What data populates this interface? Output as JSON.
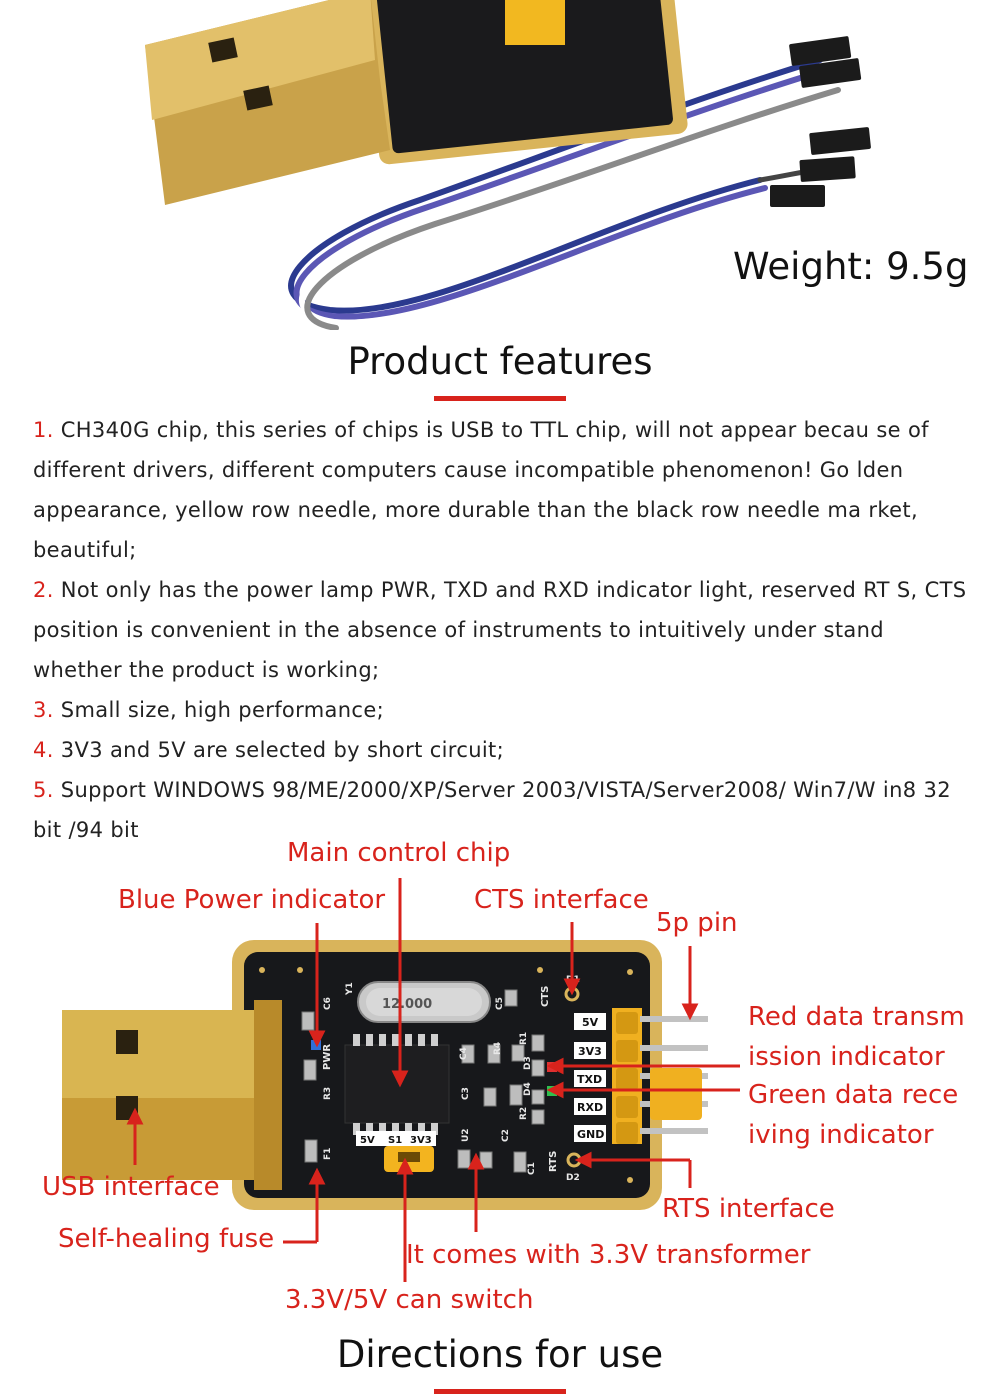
{
  "weight": "Weight: 9.5g",
  "section_features": {
    "title": "Product features"
  },
  "features": [
    {
      "num": "1.",
      "text": "CH340G chip, this series of chips is USB to TTL chip, will not appear becau se of different drivers, different computers cause incompatible phenomenon! Go lden appearance, yellow row needle, more durable than the black row needle ma rket, beautiful;"
    },
    {
      "num": "2.",
      "text": "Not only has the power lamp PWR, TXD and RXD indicator light, reserved RT S, CTS position is convenient in the absence of instruments to intuitively under stand whether the product is working;"
    },
    {
      "num": "3.",
      "text": "Small size, high performance;"
    },
    {
      "num": "4.",
      "text": "3V3 and 5V are selected by short circuit;"
    },
    {
      "num": "5.",
      "text": "Support WINDOWS 98/ME/2000/XP/Server 2003/VISTA/Server2008/ Win7/W in8 32 bit /94 bit"
    }
  ],
  "callouts": {
    "main_chip": "Main control chip",
    "blue_power": "Blue Power indicator",
    "cts": "CTS interface",
    "pin5p": "5p pin",
    "red_data_1": "Red data transm",
    "red_data_2": "ission indicator",
    "green_data_1": "Green data rece",
    "green_data_2": "iving indicator",
    "usb": "USB interface",
    "rts": "RTS interface",
    "fuse": "Self-healing fuse",
    "transformer": "It comes with 3.3V transformer",
    "switch": "3.3V/5V can switch"
  },
  "silkscreen": {
    "pins": [
      "5V",
      "3V3",
      "TXD",
      "RXD",
      "GND"
    ],
    "rts": "RTS",
    "cts": "CTS",
    "jumper_5v": "5V",
    "jumper_s1": "S1",
    "jumper_3v3": "3V3",
    "pwr": "PWR",
    "crystal": "12.000",
    "refs": [
      "Y1",
      "C6",
      "R3",
      "C4",
      "R4",
      "C3",
      "R1",
      "R2",
      "D3",
      "D4",
      "C5",
      "C2",
      "U2",
      "C1",
      "F1",
      "D2",
      "D1"
    ]
  },
  "section_directions": {
    "title": "Directions for use"
  },
  "colors": {
    "accent": "#d8231c",
    "board": "#17181b",
    "gold": "#d9b45b"
  }
}
